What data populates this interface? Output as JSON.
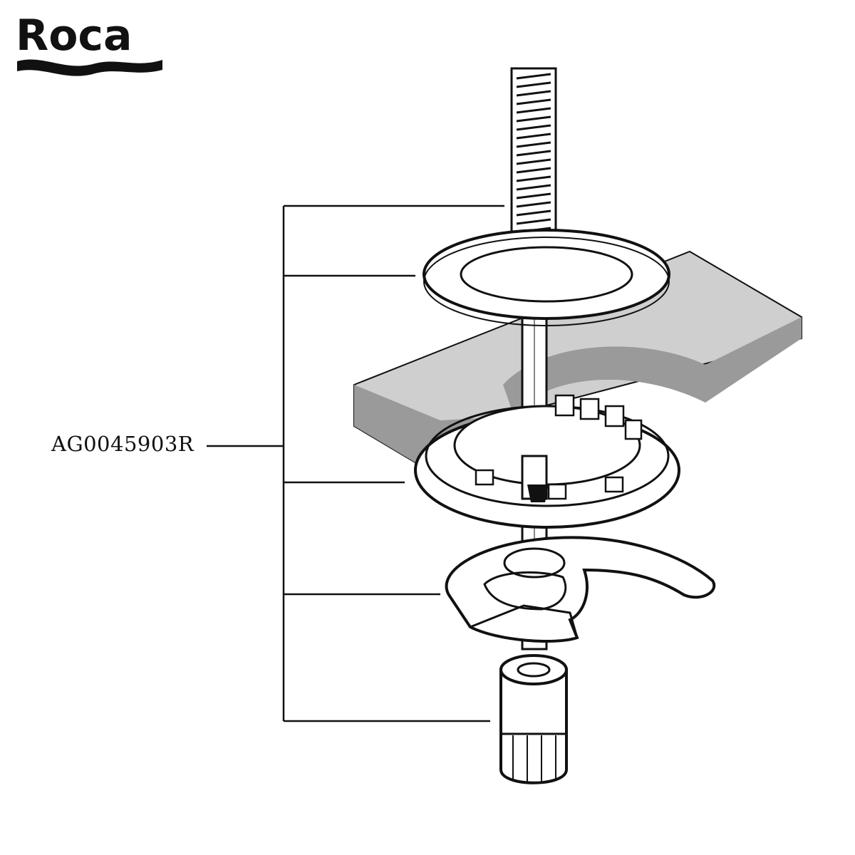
{
  "brand": {
    "logo_text": "Roca"
  },
  "part_label": "AG0045903R",
  "colors": {
    "ink": "#111111",
    "slab_top": "#cfcfcf",
    "slab_side": "#9a9a9a",
    "background": "#ffffff"
  },
  "components": [
    {
      "name": "threaded-rod",
      "icon": "threaded-bolt-icon"
    },
    {
      "name": "flat-washer",
      "icon": "washer-ring-icon"
    },
    {
      "name": "ribbed-ring",
      "icon": "ribbed-ring-icon"
    },
    {
      "name": "cam-lever",
      "icon": "cam-lever-icon"
    },
    {
      "name": "cylindrical-nut",
      "icon": "sleeve-nut-icon"
    }
  ]
}
